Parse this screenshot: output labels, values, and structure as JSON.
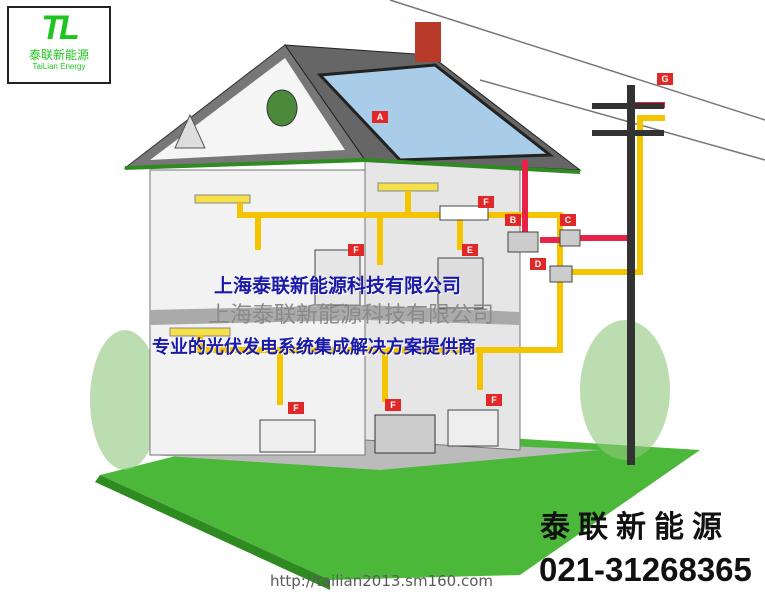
{
  "logo": {
    "mark": "TL",
    "name_cn": "泰联新能源",
    "name_en": "TaiLian Energy"
  },
  "overlay": {
    "company": "上海泰联新能源科技有限公司",
    "slogan": "专业的光伏发电系统集成解决方案提供商"
  },
  "contact": {
    "brand": "泰联新能源",
    "phone": "021-31268365"
  },
  "watermark": "http://tailian2013.sm160.com",
  "labels": {
    "a": "A",
    "b": "B",
    "c": "C",
    "d": "D",
    "e": "E",
    "f": "F",
    "g": "G"
  },
  "colors": {
    "dc_wire": "#e8234a",
    "ac_wire": "#f5c400",
    "grass": "#4cb83a",
    "logo_green": "#1ec51e",
    "text_blue": "#1a1aa8"
  }
}
